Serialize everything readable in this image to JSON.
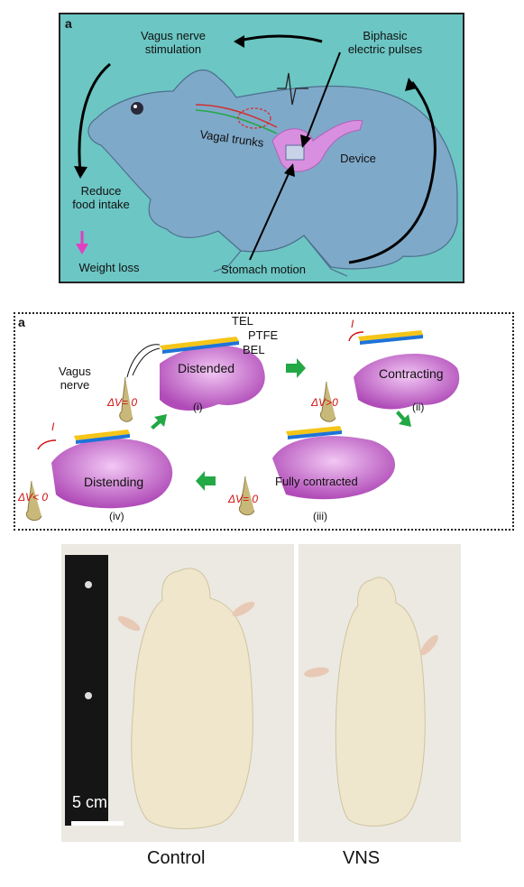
{
  "top_panel": {
    "letter": "a",
    "vagus_nerve_stimulation": "Vagus nerve\nstimulation",
    "biphasic_pulses": "Biphasic\nelectric pulses",
    "vagal_trunks": "Vagal trunks",
    "device": "Device",
    "reduce_food_intake": "Reduce\nfood intake",
    "weight_loss": "Weight loss",
    "stomach_motion": "Stomach motion"
  },
  "middle_panel": {
    "letter": "a",
    "layer_tel": "TEL",
    "layer_ptfe": "PTFE",
    "layer_bel": "BEL",
    "vagus_nerve": "Vagus\nnerve",
    "stages": [
      {
        "roman": "(i)",
        "state": "Distended",
        "voltage": "ΔV= 0",
        "current": ""
      },
      {
        "roman": "(ii)",
        "state": "Contracting",
        "voltage": "ΔV>0",
        "current": "I"
      },
      {
        "roman": "(iii)",
        "state": "Fully contracted",
        "voltage": "ΔV= 0",
        "current": ""
      },
      {
        "roman": "(iv)",
        "state": "Distending",
        "voltage": "ΔV< 0",
        "current": "I"
      }
    ]
  },
  "photos": {
    "scale_label": "5 cm",
    "left_caption": "Control",
    "right_caption": "VNS"
  },
  "colors": {
    "bg_top": "#6cc6c4",
    "rat_body": "#7fa9c9",
    "stomach": "#d98fe0",
    "arrow_green": "#22a845",
    "electrode_yellow": "#f5c518",
    "electrode_blue": "#1e73d8",
    "voltage_red": "#d01010",
    "weight_arrow": "#e040c0"
  }
}
